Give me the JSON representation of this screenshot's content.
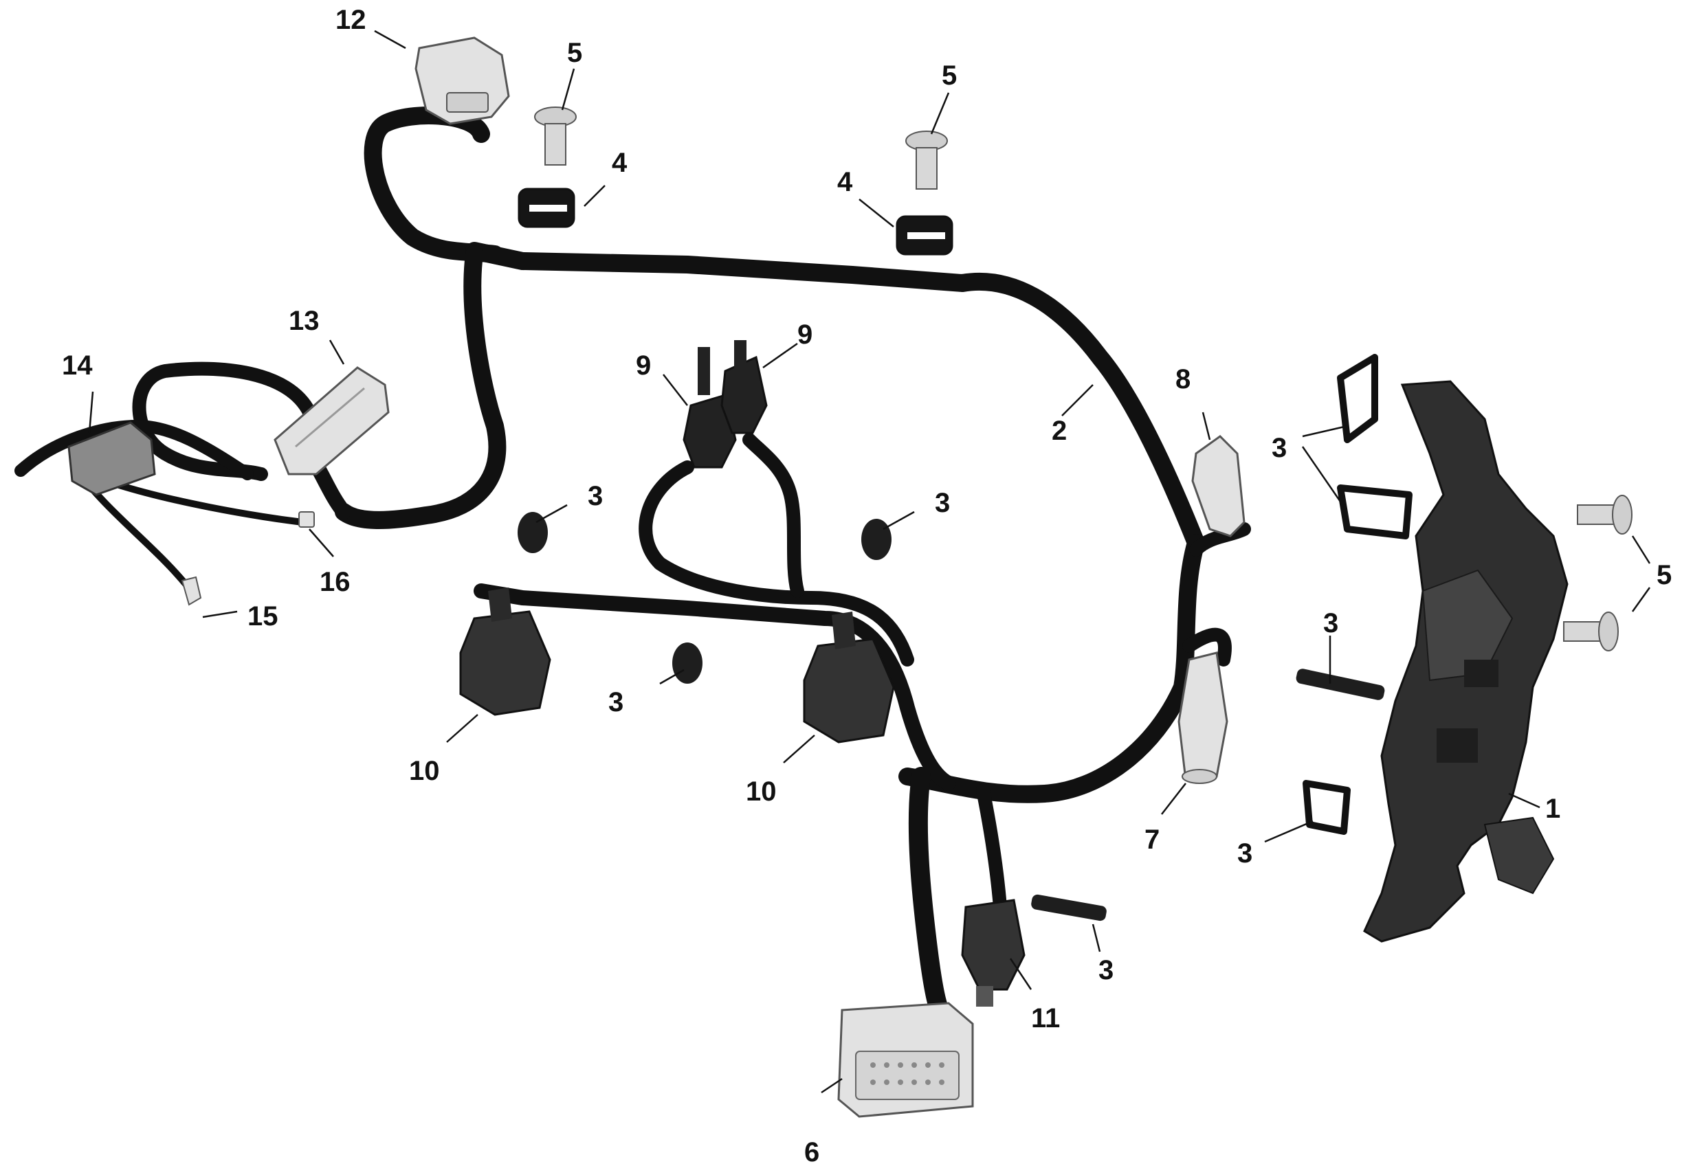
{
  "colors": {
    "cable": "#111111",
    "cable_highlight": "#3a3a3a",
    "connector_light": "#e2e2e2",
    "connector_edge": "#555555",
    "bracket": "#2f2f2f",
    "boot": "#333333",
    "bolt": "#cfcfcf",
    "text": "#111111"
  },
  "callouts": {
    "c1": "1",
    "c2": "2",
    "c3a": "3",
    "c3b": "3",
    "c3c": "3",
    "c3d": "3",
    "c3e": "3",
    "c3f": "3",
    "c3g": "3",
    "c4a": "4",
    "c4b": "4",
    "c5a": "5",
    "c5b": "5",
    "c5c": "5",
    "c6": "6",
    "c7": "7",
    "c8": "8",
    "c9a": "9",
    "c9b": "9",
    "c10a": "10",
    "c10b": "10",
    "c11": "11",
    "c12": "12",
    "c13": "13",
    "c14": "14",
    "c15": "15",
    "c16": "16"
  }
}
